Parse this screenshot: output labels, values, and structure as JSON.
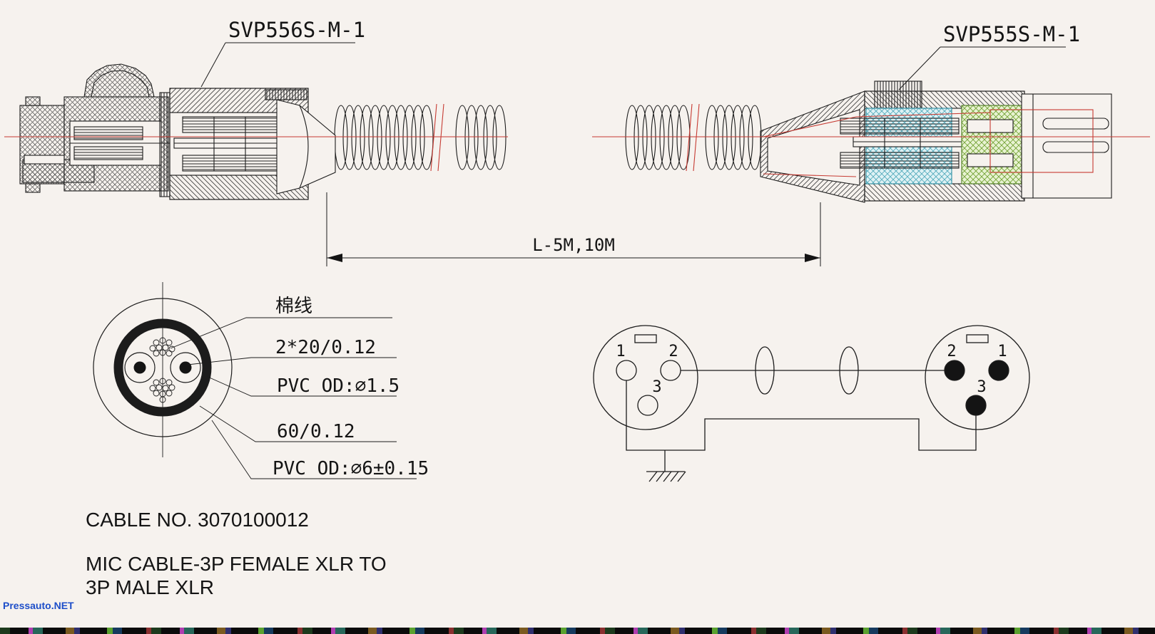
{
  "page": {
    "background": "#f6f2ee"
  },
  "drawing": {
    "left_connector": {
      "label": "SVP556S-M-1"
    },
    "right_connector": {
      "label": "SVP555S-M-1"
    },
    "cable_length_label": "L-5M,10M"
  },
  "cross_section": {
    "cotton_label": "棉线",
    "conductor_label": "2*20/0.12",
    "inner_pvc_label": "PVC OD:∅1.5",
    "shield_label": "60/0.12",
    "outer_pvc_label": "PVC OD:∅6±0.15"
  },
  "schematic": {
    "left_pins": [
      "1",
      "2",
      "3"
    ],
    "right_pins": [
      "2",
      "1",
      "3"
    ]
  },
  "footer": {
    "cable_no": "CABLE NO. 3070100012",
    "title_line1": "MIC CABLE-3P FEMALE XLR TO",
    "title_line2": "3P MALE XLR",
    "watermark": "Pressauto.NET"
  },
  "colors": {
    "centerline_red": "#c63a32",
    "insert_cyan_fill": "#dff2f5",
    "insert_cyan_line": "#4fa8ba",
    "insert_green_fill": "#e8f3d2",
    "insert_green_line": "#6f9f2f",
    "watermark_blue": "#1d4ec9",
    "line_color": "#1c1c1c",
    "background": "#f6f2ee"
  },
  "icons": {
    "ground": "earth-ground-symbol"
  }
}
